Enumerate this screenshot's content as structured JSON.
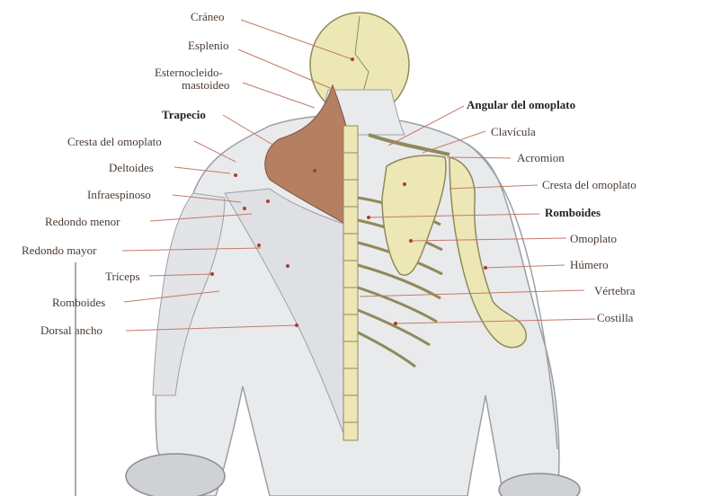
{
  "figure": {
    "labels_left": {
      "craneo": "Cráneo",
      "esplenio": "Esplenio",
      "esternocleido_1": "Esternocleido-",
      "esternocleido_2": "mastoideo",
      "trapecio": "Trapecio",
      "cresta_omoplato": "Cresta del omoplato",
      "deltoides": "Deltoides",
      "infraespinoso": "Infraespinoso",
      "redondo_menor": "Redondo menor",
      "redondo_mayor": "Redondo mayor",
      "triceps": "Tríceps",
      "romboides": "Romboides",
      "dorsal_ancho": "Dorsal ancho"
    },
    "labels_right": {
      "angular_omoplato": "Angular del omoplato",
      "clavicula": "Clavícula",
      "acromion": "Acromion",
      "cresta_omoplato": "Cresta del omoplato",
      "romboides": "Romboides",
      "omoplato": "Omoplato",
      "humero": "Húmero",
      "vertebra": "Vértebra",
      "costilla": "Costilla"
    },
    "colors": {
      "skin": "#e9eaec",
      "muscle_outline": "#9aa0a6",
      "bone": "#ece7b4",
      "bone_shadow": "#cfc77e",
      "trapezius": "#b57f62",
      "leader_line": "#c27a6a",
      "text": "#4a3a30"
    }
  }
}
